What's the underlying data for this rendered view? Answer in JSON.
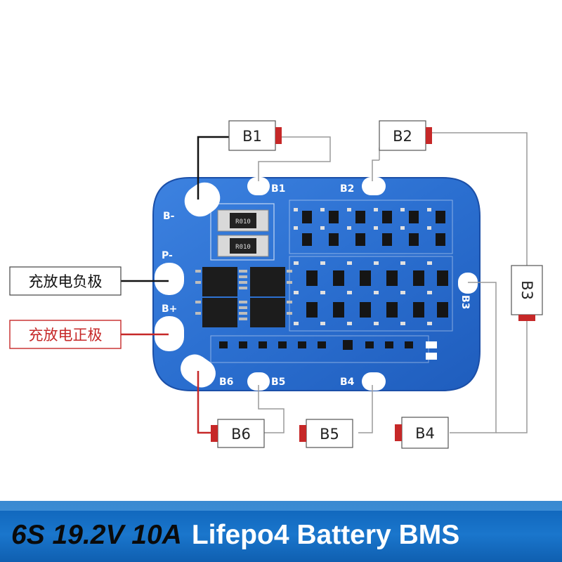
{
  "board": {
    "pad_labels": {
      "B1": "B1",
      "B2": "B2",
      "B3": "B3",
      "B4": "B4",
      "B5": "B5",
      "B6": "B6",
      "b_minus": "B-",
      "p_minus": "P-",
      "b_plus": "B+"
    }
  },
  "cells": {
    "B1": "B1",
    "B2": "B2",
    "B3": "B3",
    "B4": "B4",
    "B5": "B5",
    "B6": "B6"
  },
  "callouts": {
    "negative": "充放电负极",
    "positive": "充放电正极"
  },
  "banner": {
    "spec": "6S 19.2V 10A",
    "product": "Lifepo4 Battery BMS"
  },
  "colors": {
    "board": "#2b6fd0",
    "board_edge": "#1b4fa8",
    "wire_negative": "#111111",
    "wire_positive": "#c62828",
    "wire_balance": "#9a9a9a",
    "banner": "#1a76cc",
    "cell_terminal": "#c62828"
  }
}
